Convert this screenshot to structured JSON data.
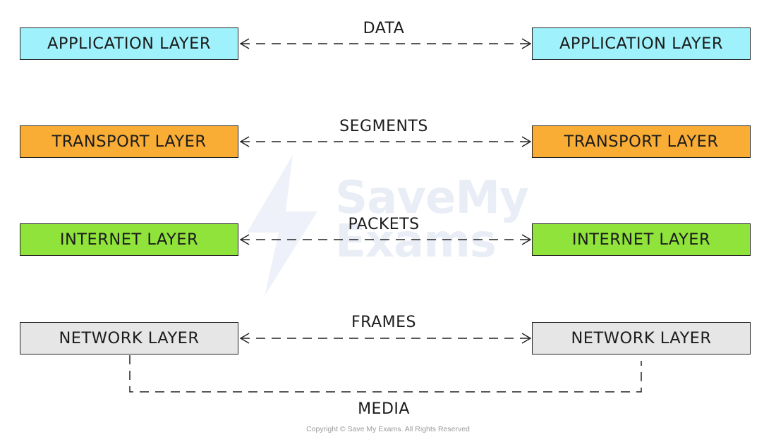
{
  "watermark": {
    "line1": "SaveMy",
    "line2": "Exams"
  },
  "layers": [
    {
      "left_label": "APPLICATION LAYER",
      "right_label": "APPLICATION LAYER",
      "unit_label": "DATA",
      "color": "#9ff2fb"
    },
    {
      "left_label": "TRANSPORT LAYER",
      "right_label": "TRANSPORT LAYER",
      "unit_label": "SEGMENTS",
      "color": "#f9ad34"
    },
    {
      "left_label": "INTERNET LAYER",
      "right_label": "INTERNET LAYER",
      "unit_label": "PACKETS",
      "color": "#8fe33a"
    },
    {
      "left_label": "NETWORK LAYER",
      "right_label": "NETWORK LAYER",
      "unit_label": "FRAMES",
      "color": "#e6e6e6"
    }
  ],
  "media_label": "MEDIA",
  "copyright": "Copyright © Save My Exams. All Rights Reserved",
  "colors": {
    "line": "#222222",
    "watermark": "#e9edf6"
  }
}
